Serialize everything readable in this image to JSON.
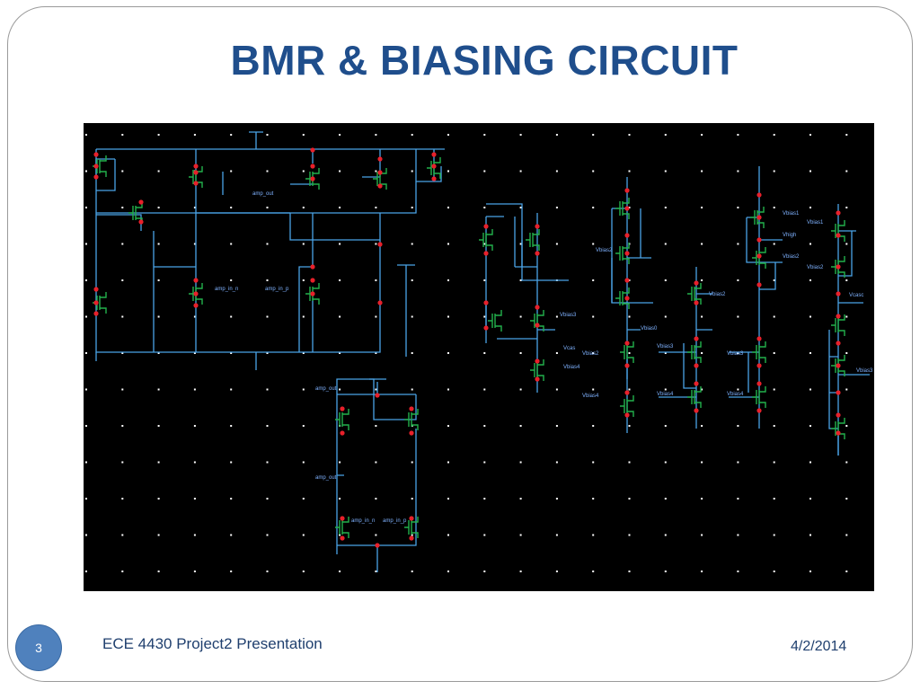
{
  "slide": {
    "title": "BMR & BIASING CIRCUIT",
    "number": "3",
    "footer_text": "ECE 4430 Project2 Presentation",
    "date": "4/2/2014"
  },
  "schematic": {
    "labels": [
      "amp_out",
      "amp_in_n",
      "amp_in_p",
      "amp_out",
      "Vbias3",
      "Vcas",
      "Vbias4",
      "Vbias2",
      "Vbias0",
      "Vbias2",
      "Vbias4",
      "Vbias2",
      "Vbias3",
      "Vbias4",
      "Vbias3",
      "Vbias4",
      "Vbias1",
      "Vhigh",
      "Vbias2",
      "Vbias1",
      "Vbias2",
      "Vcasc",
      "Vbias3",
      "amp_out",
      "amp_in_n",
      "amp_in_p"
    ],
    "colors": {
      "wire": "#4aa3e6",
      "device": "#22b14c",
      "pin": "#e8202a",
      "bg": "#000000",
      "grid": "#ffffff"
    }
  }
}
